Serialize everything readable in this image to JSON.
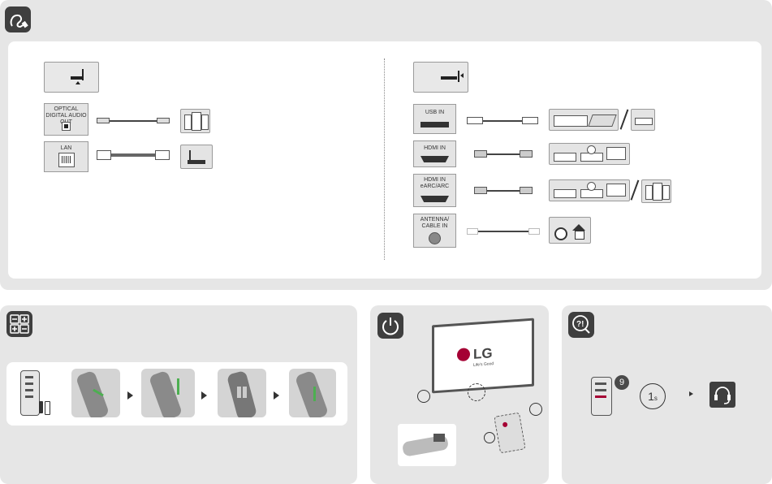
{
  "connections": {
    "left": {
      "optical_label": "OPTICAL DIGITAL AUDIO OUT",
      "lan_label": "LAN"
    },
    "right": {
      "usb_label": "USB IN",
      "hdmi_label": "HDMI IN",
      "hdmi_arc_label": "HDMI IN eARC/ARC",
      "antenna_label": "ANTENNA/ CABLE IN"
    }
  },
  "power": {
    "brand": "LG",
    "slogan": "Life's Good"
  },
  "support": {
    "badge_number": "9",
    "timer_label": "1",
    "timer_unit": "s"
  },
  "icons": {
    "connections": "cable-icon",
    "remote": "remote-buttons-icon",
    "power": "power-icon",
    "support": "help-icon",
    "headset": "headset-icon"
  },
  "colors": {
    "panel_bg": "#e6e6e6",
    "icon_bg": "#3f3f3f",
    "accent_red": "#a50034",
    "arrow_green": "#4caf50"
  }
}
